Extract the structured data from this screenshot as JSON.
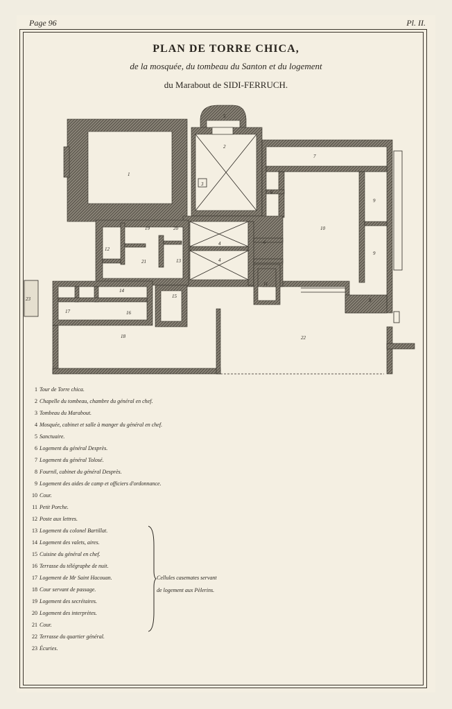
{
  "header": {
    "page_label": "Page 96",
    "plate_label": "Pl. II."
  },
  "title": "PLAN DE TORRE CHICA,",
  "subtitle_line1": "de la mosquée, du tombeau du Santon et du logement",
  "subtitle_line2": "du Marabout de SIDI-FERRUCH.",
  "plan_labels": [
    "1",
    "2",
    "3",
    "4",
    "4",
    "5",
    "6",
    "6",
    "7",
    "8",
    "9",
    "9",
    "10",
    "11",
    "12",
    "13",
    "14",
    "15",
    "16",
    "17",
    "18",
    "19",
    "20",
    "21",
    "22",
    "23"
  ],
  "legend": [
    {
      "num": "1",
      "text": "Tour de Torre chica."
    },
    {
      "num": "2",
      "text": "Chapelle du tombeau, chambre du général en chef."
    },
    {
      "num": "3",
      "text": "Tombeau du Marabout."
    },
    {
      "num": "4",
      "text": "Mosquée, cabinet et salle à manger du général en chef."
    },
    {
      "num": "5",
      "text": "Sanctuaire."
    },
    {
      "num": "6",
      "text": "Logement du général Desprès."
    },
    {
      "num": "7",
      "text": "Logement du général Tolosé."
    },
    {
      "num": "8",
      "text": "Fournil, cabinet du général Desprès."
    },
    {
      "num": "9",
      "text": "Logement des aides de camp et officiers d'ordonnance."
    },
    {
      "num": "10",
      "text": "Cour."
    },
    {
      "num": "11",
      "text": "Petit Porche."
    },
    {
      "num": "12",
      "text": "Poste aux lettres."
    },
    {
      "num": "13",
      "text": "Logement du colonel Bartillat."
    },
    {
      "num": "14",
      "text": "Logement des valets, aires."
    },
    {
      "num": "15",
      "text": "Cuisine du général en chef."
    },
    {
      "num": "16",
      "text": "Terrasse du télégraphe de nuit."
    },
    {
      "num": "17",
      "text": "Logement de Mr Saint Hacouan."
    },
    {
      "num": "18",
      "text": "Cour servant de passage."
    },
    {
      "num": "19",
      "text": "Logement des secrétaires."
    },
    {
      "num": "20",
      "text": "Logement des interprètes."
    },
    {
      "num": "21",
      "text": "Cour."
    },
    {
      "num": "22",
      "text": "Terrasse du quartier général."
    },
    {
      "num": "23",
      "text": "Écuries."
    }
  ],
  "brace_note_line1": "Cellules casemates servant",
  "brace_note_line2": "de logement aux Pèlerins."
}
